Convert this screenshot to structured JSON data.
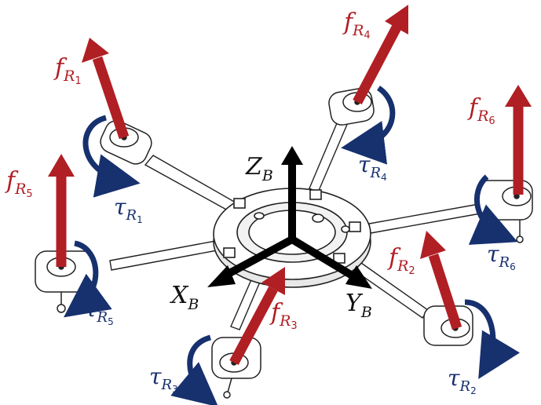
{
  "colors": {
    "force": "#b01f24",
    "torque": "#17306e",
    "axis": "#000000",
    "frame": "#222222"
  },
  "axes": {
    "z": {
      "main": "Z",
      "sub": "B"
    },
    "x": {
      "main": "X",
      "sub": "B"
    },
    "y": {
      "main": "Y",
      "sub": "B"
    }
  },
  "forces": [
    {
      "main": "f",
      "sub": "R",
      "idx": "1"
    },
    {
      "main": "f",
      "sub": "R",
      "idx": "2"
    },
    {
      "main": "f",
      "sub": "R",
      "idx": "3"
    },
    {
      "main": "f",
      "sub": "R",
      "idx": "4"
    },
    {
      "main": "f",
      "sub": "R",
      "idx": "5"
    },
    {
      "main": "f",
      "sub": "R",
      "idx": "6"
    }
  ],
  "torques": [
    {
      "main": "τ",
      "sub": "R",
      "idx": "1"
    },
    {
      "main": "τ",
      "sub": "R",
      "idx": "2"
    },
    {
      "main": "τ",
      "sub": "R",
      "idx": "3"
    },
    {
      "main": "τ",
      "sub": "R",
      "idx": "4"
    },
    {
      "main": "τ",
      "sub": "R",
      "idx": "5"
    },
    {
      "main": "τ",
      "sub": "R",
      "idx": "6"
    }
  ]
}
